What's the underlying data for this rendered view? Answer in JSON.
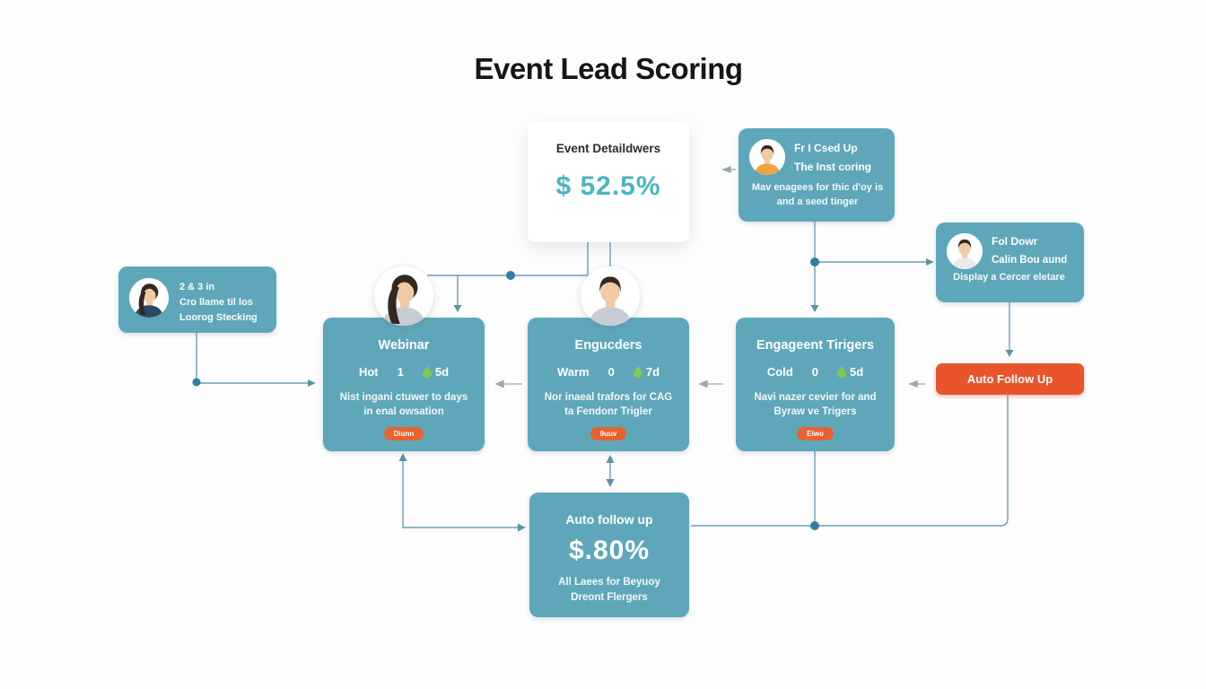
{
  "title": "Event Lead Scoring",
  "summary_card": {
    "title": "Event Detaildwers",
    "value": "$ 52.5%"
  },
  "followup_card": {
    "title": "Fr I Csed Up",
    "subtitle": "The Inst coring",
    "body": "Mav enagees for thic d'oy is and a seed tinger"
  },
  "fol_dowr_card": {
    "title": "Fol Dowr",
    "subtitle": "Calin Bou aund",
    "body": "Display a Cercer eletare"
  },
  "intro_card": {
    "line1": "2 & 3 in",
    "line2": "Cro llame til los",
    "line3": "Loorog Stecking"
  },
  "stage_cards": [
    {
      "title": "Webinar",
      "temp": "Hot",
      "count": "1",
      "duration": "5d",
      "body": "Nist ingani ctuwer to days in enal owsation",
      "badge": "Diunn"
    },
    {
      "title": "Engucders",
      "temp": "Warm",
      "count": "0",
      "duration": "7d",
      "body": "Nor inaeal trafors for CAG ta Fendonr Trigler",
      "badge": "9uuv"
    },
    {
      "title": "Engageent Tirigers",
      "temp": "Cold",
      "count": "0",
      "duration": "5d",
      "body": "Navi nazer cevier for and Byraw ve Trigers",
      "badge": "Eiwo"
    }
  ],
  "auto_followup_button": {
    "label": "Auto Follow Up"
  },
  "bottom_card": {
    "title": "Auto follow up",
    "value": "$.80%",
    "body": "All Laees for Beyuoy Dreont Flergers"
  },
  "icons": {
    "stat_icon": "droplet-icon"
  },
  "colors": {
    "teal_card": "#5EA7BA",
    "accent_value": "#49B6BE",
    "orange": "#E8552C",
    "connector": "#5B93A8",
    "dot": "#2E7FA2",
    "stat_green": "#7FCB4F"
  }
}
